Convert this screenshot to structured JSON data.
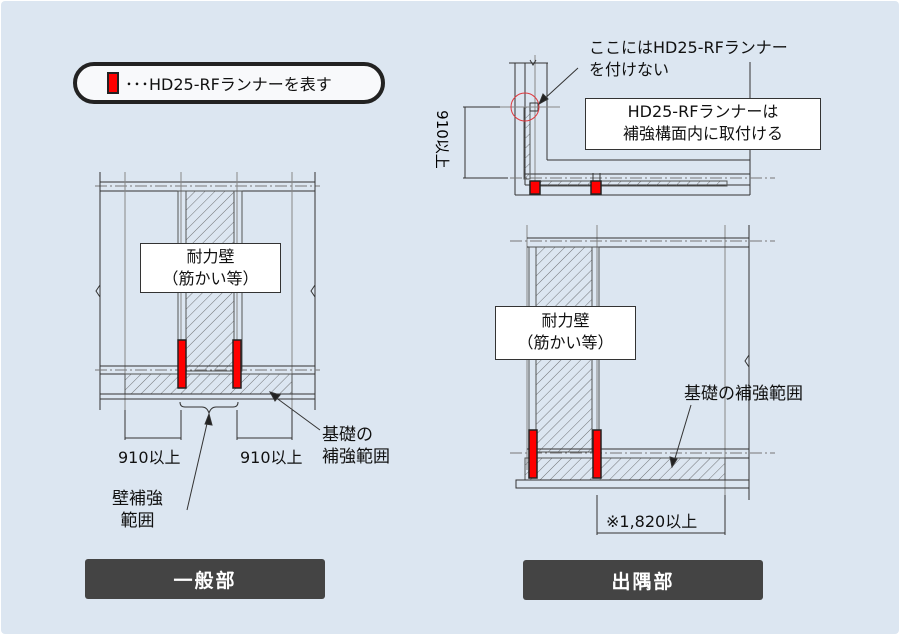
{
  "legend": {
    "swatch_color": "#ff0000",
    "text": "･･･HD25-RFランナーを表す"
  },
  "general": {
    "wall_label_line1": "耐力壁",
    "wall_label_line2": "（筋かい等）",
    "dim_left": "910以上",
    "dim_right": "910以上",
    "foundation_label_line1": "基礎の",
    "foundation_label_line2": "補強範囲",
    "wall_range_line1": "壁補強",
    "wall_range_line2": "範囲",
    "button": "一般部"
  },
  "corner": {
    "note_line1": "ここにはHD25-RFランナー",
    "note_line2": "を付けない",
    "box_line1": "HD25-RFランナーは",
    "box_line2": "補強構面内に取付ける",
    "vertical_dim": "910以上",
    "wall_label_line1": "耐力壁",
    "wall_label_line2": "（筋かい等）",
    "foundation_label": "基礎の補強範囲",
    "dim_bottom": "※1,820以上",
    "button": "出隅部"
  },
  "colors": {
    "background": "#dce6f1",
    "runner": "#ff0000",
    "button": "#444444",
    "circle": "#e0393e"
  }
}
